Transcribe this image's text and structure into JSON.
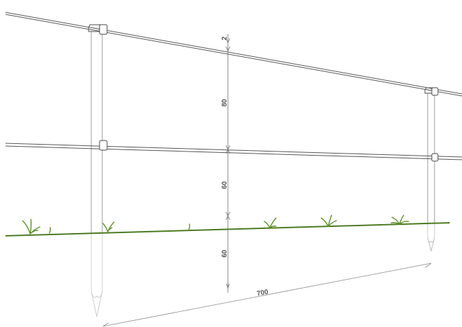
{
  "diagram": {
    "dimensions": {
      "top_gap": "2",
      "upper_span": "80",
      "middle_span": "60",
      "ground_depth": "60",
      "post_spacing": "700"
    },
    "colors": {
      "ground": "#4a7a1e",
      "grass": "#5a8f26",
      "wire": "#555555",
      "post": "#9a9a9a",
      "dimension": "#666666"
    }
  }
}
